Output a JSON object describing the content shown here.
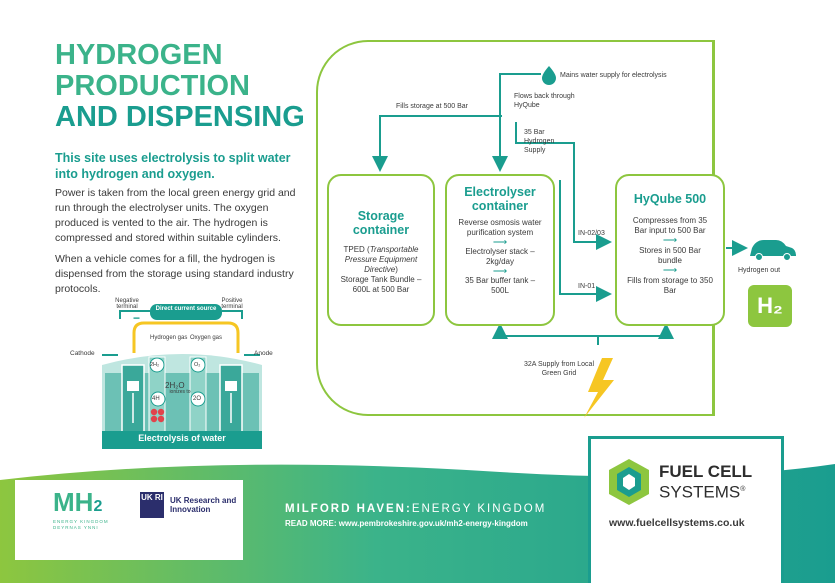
{
  "headline": {
    "line1": "HYDROGEN",
    "line2": "PRODUCTION",
    "line3": "AND DISPENSING"
  },
  "lead": "This site uses electrolysis to split water into hydrogen and oxygen.",
  "paragraph1": "Power is taken from the local green energy grid and run through the electrolyser units. The oxygen produced is vented to the air. The hydrogen is compressed and stored within suitable cylinders.",
  "paragraph2": "When a vehicle comes for a fill, the hydrogen is dispensed from the storage using standard industry protocols.",
  "electrolysis": {
    "title": "Electrolysis of water",
    "negative_terminal": "Negative terminal",
    "positive_terminal": "Positive terminal",
    "dc_source": "Direct current source",
    "cathode": "Cathode",
    "anode": "Anode",
    "hydrogen_gas": "Hydrogen gas",
    "oxygen_gas": "Oxygen gas",
    "h2_bubble": "2H₂",
    "o2_bubble": "O₂",
    "h2o_formula": "2H₂O",
    "ionizes_to": "ionizes to",
    "h_ion": "4H",
    "o_ion": "2O",
    "minus": "−",
    "plus": "+"
  },
  "flow": {
    "water_supply": "Mains water supply for electrolysis",
    "flows_back": "Flows back through HyQube",
    "fills_storage": "Fills storage at 500 Bar",
    "bar35_supply": "35 Bar Hydrogen Supply",
    "in_0203": "IN-02/03",
    "in_01": "IN-01",
    "supply_32a": "32A Supply from Local Green Grid",
    "hydrogen_out": "Hydrogen out",
    "h2_badge": "H₂",
    "storage": {
      "title": "Storage container",
      "line1": "TPED (",
      "line1_em": "Transportable Pressure Equipment Directive",
      "line1_end": ")",
      "line2": "Storage Tank Bundle – 600L at 500 Bar"
    },
    "electrolyser": {
      "title": "Electrolyser container",
      "item1": "Reverse osmosis water purification system",
      "item2": "Electrolyser stack – 2kg/day",
      "item3": "35 Bar buffer tank – 500L"
    },
    "hyqube": {
      "title": "HyQube 500",
      "item1": "Compresses from 35 Bar input to 500 Bar",
      "item2": "Stores in 500 Bar bundle",
      "item3": "Fills from storage to 350 Bar"
    }
  },
  "footer": {
    "mh2_tagline": "ENERGY KINGDOM",
    "mh2_tagline_cy": "DEYRNAS YNNI",
    "ukri": "UK Research and Innovation",
    "ukri_mark": "UK RI",
    "milford_bold": "MILFORD HAVEN:",
    "milford_light": "ENERGY KINGDOM",
    "read_more_label": "READ MORE:",
    "read_more_url": "www.pembrokeshire.gov.uk/mh2-energy-kingdom",
    "fcs_line1": "FUEL CELL",
    "fcs_line2": "SYSTEMS",
    "fcs_tm": "®",
    "fcs_url": "www.fuelcellsystems.co.uk"
  },
  "colors": {
    "green": "#8dc63f",
    "teal": "#1a9d8f",
    "mint": "#3bb38a",
    "lightning": "#f6c623"
  }
}
